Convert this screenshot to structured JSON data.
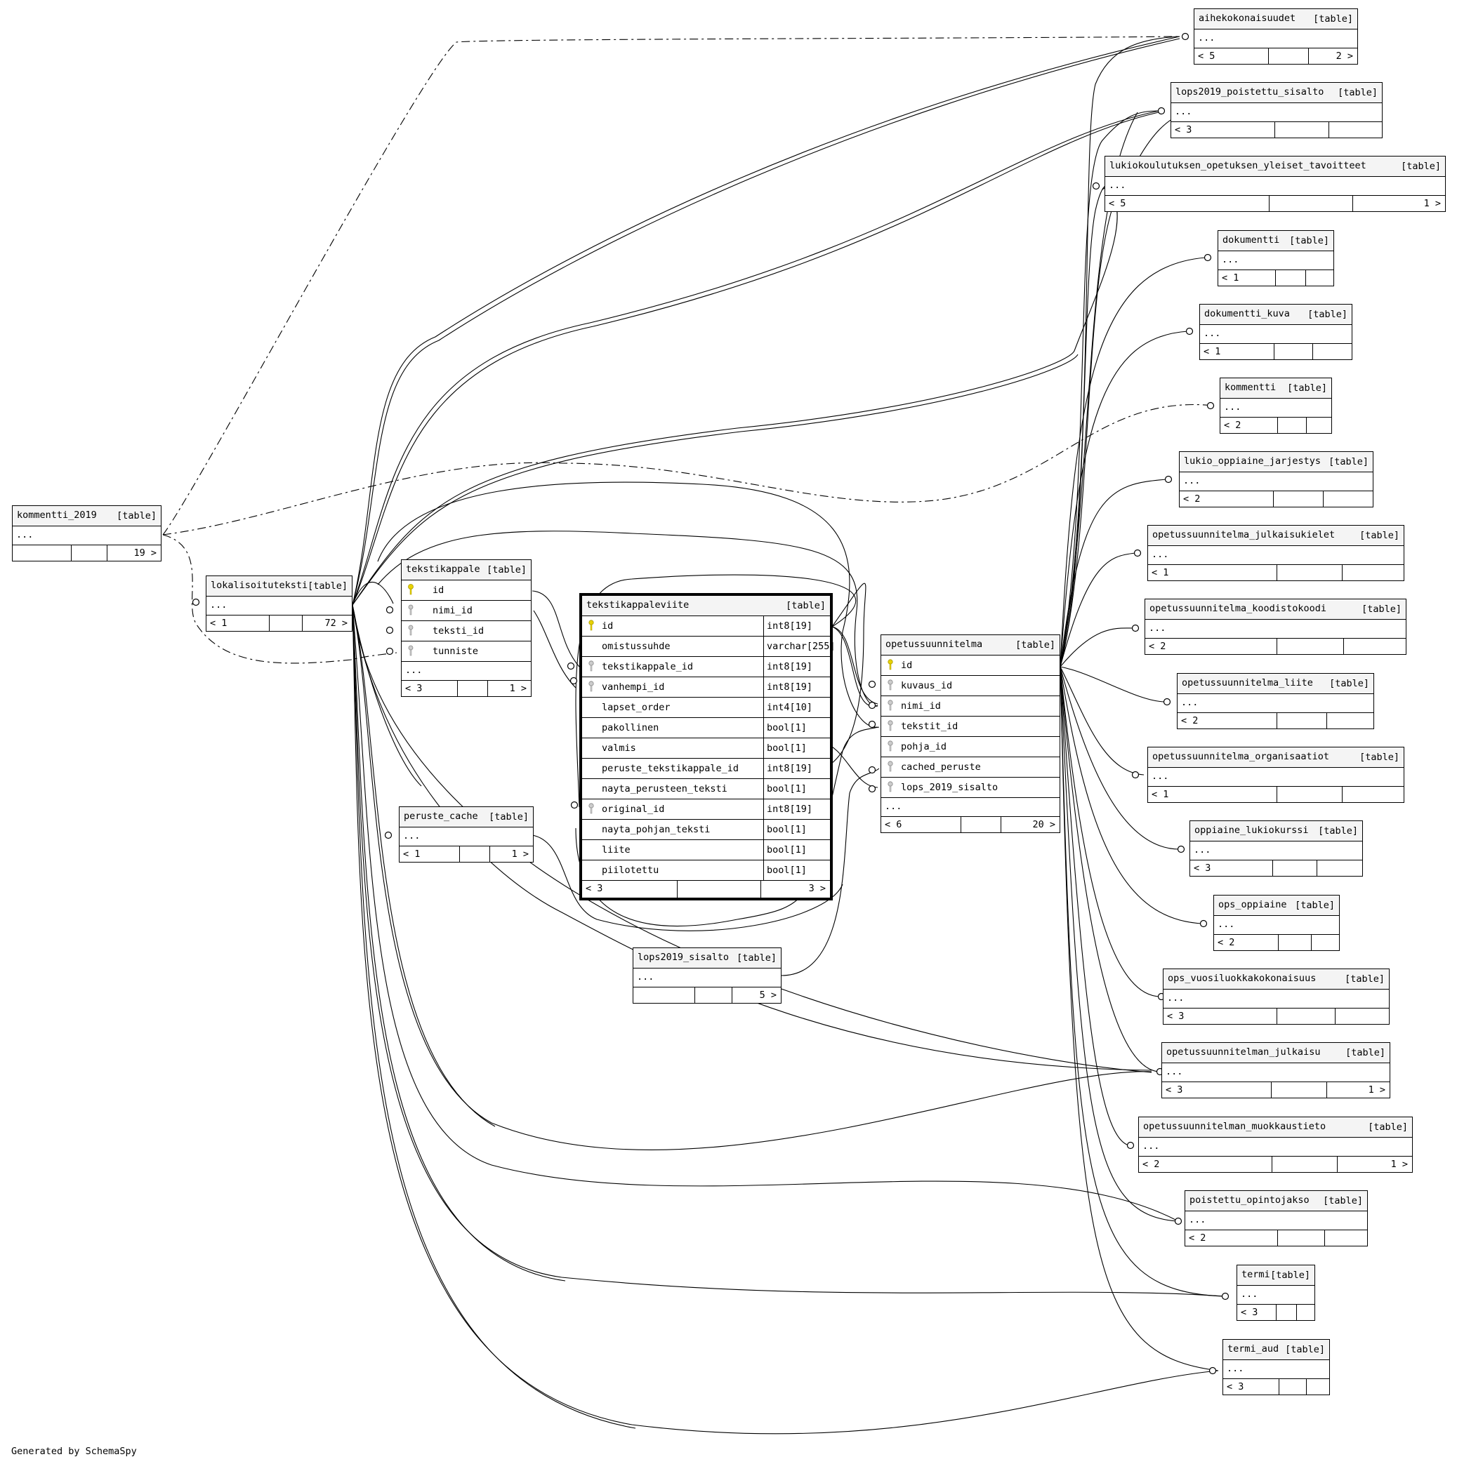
{
  "footer": "Generated by SchemaSpy",
  "tables": {
    "aihekokonaisuudet": {
      "name": "aihekokonaisuudet",
      "type": "[table]",
      "more": "...",
      "left": "< 5",
      "right": "2 >"
    },
    "lops2019_poistettu_sisalto": {
      "name": "lops2019_poistettu_sisalto",
      "type": "[table]",
      "more": "...",
      "left": "< 3",
      "right": ""
    },
    "lukiokoulutuksen_opetuksen_yleiset_tavoitteet": {
      "name": "lukiokoulutuksen_opetuksen_yleiset_tavoitteet",
      "type": "[table]",
      "more": "...",
      "left": "< 5",
      "right": "1 >"
    },
    "dokumentti": {
      "name": "dokumentti",
      "type": "[table]",
      "more": "...",
      "left": "< 1",
      "right": ""
    },
    "dokumentti_kuva": {
      "name": "dokumentti_kuva",
      "type": "[table]",
      "more": "...",
      "left": "< 1",
      "right": ""
    },
    "kommentti": {
      "name": "kommentti",
      "type": "[table]",
      "more": "...",
      "left": "< 2",
      "right": ""
    },
    "lukio_oppiaine_jarjestys": {
      "name": "lukio_oppiaine_jarjestys",
      "type": "[table]",
      "more": "...",
      "left": "< 2",
      "right": ""
    },
    "opetussuunnitelma_julkaisukielet": {
      "name": "opetussuunnitelma_julkaisukielet",
      "type": "[table]",
      "more": "...",
      "left": "< 1",
      "right": ""
    },
    "opetussuunnitelma_koodistokoodi": {
      "name": "opetussuunnitelma_koodistokoodi",
      "type": "[table]",
      "more": "...",
      "left": "< 2",
      "right": ""
    },
    "opetussuunnitelma_liite": {
      "name": "opetussuunnitelma_liite",
      "type": "[table]",
      "more": "...",
      "left": "< 2",
      "right": ""
    },
    "opetussuunnitelma_organisaatiot": {
      "name": "opetussuunnitelma_organisaatiot",
      "type": "[table]",
      "more": "...",
      "left": "< 1",
      "right": ""
    },
    "oppiaine_lukiokurssi": {
      "name": "oppiaine_lukiokurssi",
      "type": "[table]",
      "more": "...",
      "left": "< 3",
      "right": ""
    },
    "ops_oppiaine": {
      "name": "ops_oppiaine",
      "type": "[table]",
      "more": "...",
      "left": "< 2",
      "right": ""
    },
    "ops_vuosiluokkakokonaisuus": {
      "name": "ops_vuosiluokkakokonaisuus",
      "type": "[table]",
      "more": "...",
      "left": "< 3",
      "right": ""
    },
    "opetussuunnitelman_julkaisu": {
      "name": "opetussuunnitelman_julkaisu",
      "type": "[table]",
      "more": "...",
      "left": "< 3",
      "right": "1 >"
    },
    "opetussuunnitelman_muokkaustieto": {
      "name": "opetussuunnitelman_muokkaustieto",
      "type": "[table]",
      "more": "...",
      "left": "< 2",
      "right": "1 >"
    },
    "poistettu_opintojakso": {
      "name": "poistettu_opintojakso",
      "type": "[table]",
      "more": "...",
      "left": "< 2",
      "right": ""
    },
    "termi": {
      "name": "termi",
      "type": "[table]",
      "more": "...",
      "left": "< 3",
      "right": ""
    },
    "termi_aud": {
      "name": "termi_aud",
      "type": "[table]",
      "more": "...",
      "left": "< 3",
      "right": ""
    },
    "kommentti_2019": {
      "name": "kommentti_2019",
      "type": "[table]",
      "more": "...",
      "left": "",
      "right": "19 >"
    },
    "lokalisoituteksti": {
      "name": "lokalisoituteksti",
      "type": "[table]",
      "more": "...",
      "left": "< 1",
      "right": "72 >"
    },
    "peruste_cache": {
      "name": "peruste_cache",
      "type": "[table]",
      "more": "...",
      "left": "< 1",
      "right": "1 >"
    },
    "lops2019_sisalto": {
      "name": "lops2019_sisalto",
      "type": "[table]",
      "more": "...",
      "left": "",
      "right": "5 >"
    },
    "tekstikappale": {
      "name": "tekstikappale",
      "type": "[table]",
      "more": "...",
      "left": "< 3",
      "right": "1 >",
      "columns": [
        {
          "name": "id",
          "key": "primary"
        },
        {
          "name": "nimi_id",
          "key": "foreign"
        },
        {
          "name": "teksti_id",
          "key": "foreign"
        },
        {
          "name": "tunniste",
          "key": "foreign"
        }
      ]
    },
    "opetussuunnitelma": {
      "name": "opetussuunnitelma",
      "type": "[table]",
      "more": "...",
      "left": "< 6",
      "right": "20 >",
      "columns": [
        {
          "name": "id",
          "key": "primary"
        },
        {
          "name": "kuvaus_id",
          "key": "foreign"
        },
        {
          "name": "nimi_id",
          "key": "foreign"
        },
        {
          "name": "tekstit_id",
          "key": "foreign"
        },
        {
          "name": "pohja_id",
          "key": "foreign"
        },
        {
          "name": "cached_peruste",
          "key": "foreign"
        },
        {
          "name": "lops_2019_sisalto",
          "key": "foreign"
        }
      ]
    },
    "tekstikappaleviite": {
      "name": "tekstikappaleviite",
      "type": "[table]",
      "left": "< 3",
      "right": "3 >",
      "columns": [
        {
          "name": "id",
          "type": "int8[19]",
          "key": "primary"
        },
        {
          "name": "omistussuhde",
          "type": "varchar[255]",
          "key": ""
        },
        {
          "name": "tekstikappale_id",
          "type": "int8[19]",
          "key": "foreign"
        },
        {
          "name": "vanhempi_id",
          "type": "int8[19]",
          "key": "foreign"
        },
        {
          "name": "lapset_order",
          "type": "int4[10]",
          "key": ""
        },
        {
          "name": "pakollinen",
          "type": "bool[1]",
          "key": ""
        },
        {
          "name": "valmis",
          "type": "bool[1]",
          "key": ""
        },
        {
          "name": "peruste_tekstikappale_id",
          "type": "int8[19]",
          "key": ""
        },
        {
          "name": "nayta_perusteen_teksti",
          "type": "bool[1]",
          "key": ""
        },
        {
          "name": "original_id",
          "type": "int8[19]",
          "key": "foreign"
        },
        {
          "name": "nayta_pohjan_teksti",
          "type": "bool[1]",
          "key": ""
        },
        {
          "name": "liite",
          "type": "bool[1]",
          "key": ""
        },
        {
          "name": "piilotettu",
          "type": "bool[1]",
          "key": ""
        }
      ]
    }
  }
}
